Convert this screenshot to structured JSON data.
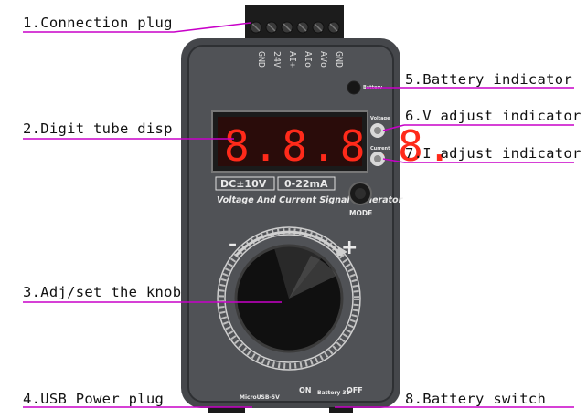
{
  "callouts": {
    "c1": "1.Connection plug",
    "c2": "2.Digit tube disp",
    "c3": "3.Adj/set the knob",
    "c4": "4.USB Power plug",
    "c5": "5.Battery indicator",
    "c6": "6.V adjust indicator",
    "c7": "7.I adjust indicator",
    "c8": "8.Battery switch"
  },
  "device": {
    "terminal_left_labels": [
      "GND",
      "24V",
      "AI+"
    ],
    "terminal_right_labels": [
      "AIo",
      "AVo",
      "GND"
    ],
    "display_digits": "8.8.8.8.",
    "range_voltage": "DC±10V",
    "range_current": "0-22mA",
    "product_name": "Voltage And Current Signal Generator",
    "mode_label": "MODE",
    "battery_led_label": "Battery",
    "voltage_led_label": "Voltage",
    "current_led_label": "Current",
    "knob_minus": "-",
    "knob_plus": "+",
    "usb_label": "MicroUSB-5V",
    "switch_on": "ON",
    "switch_battery": "Battery 3V",
    "switch_off": "OFF"
  },
  "colors": {
    "callout_line": "#c800c8",
    "body": "#4a4c50",
    "display_red": "#ff2a1a"
  }
}
